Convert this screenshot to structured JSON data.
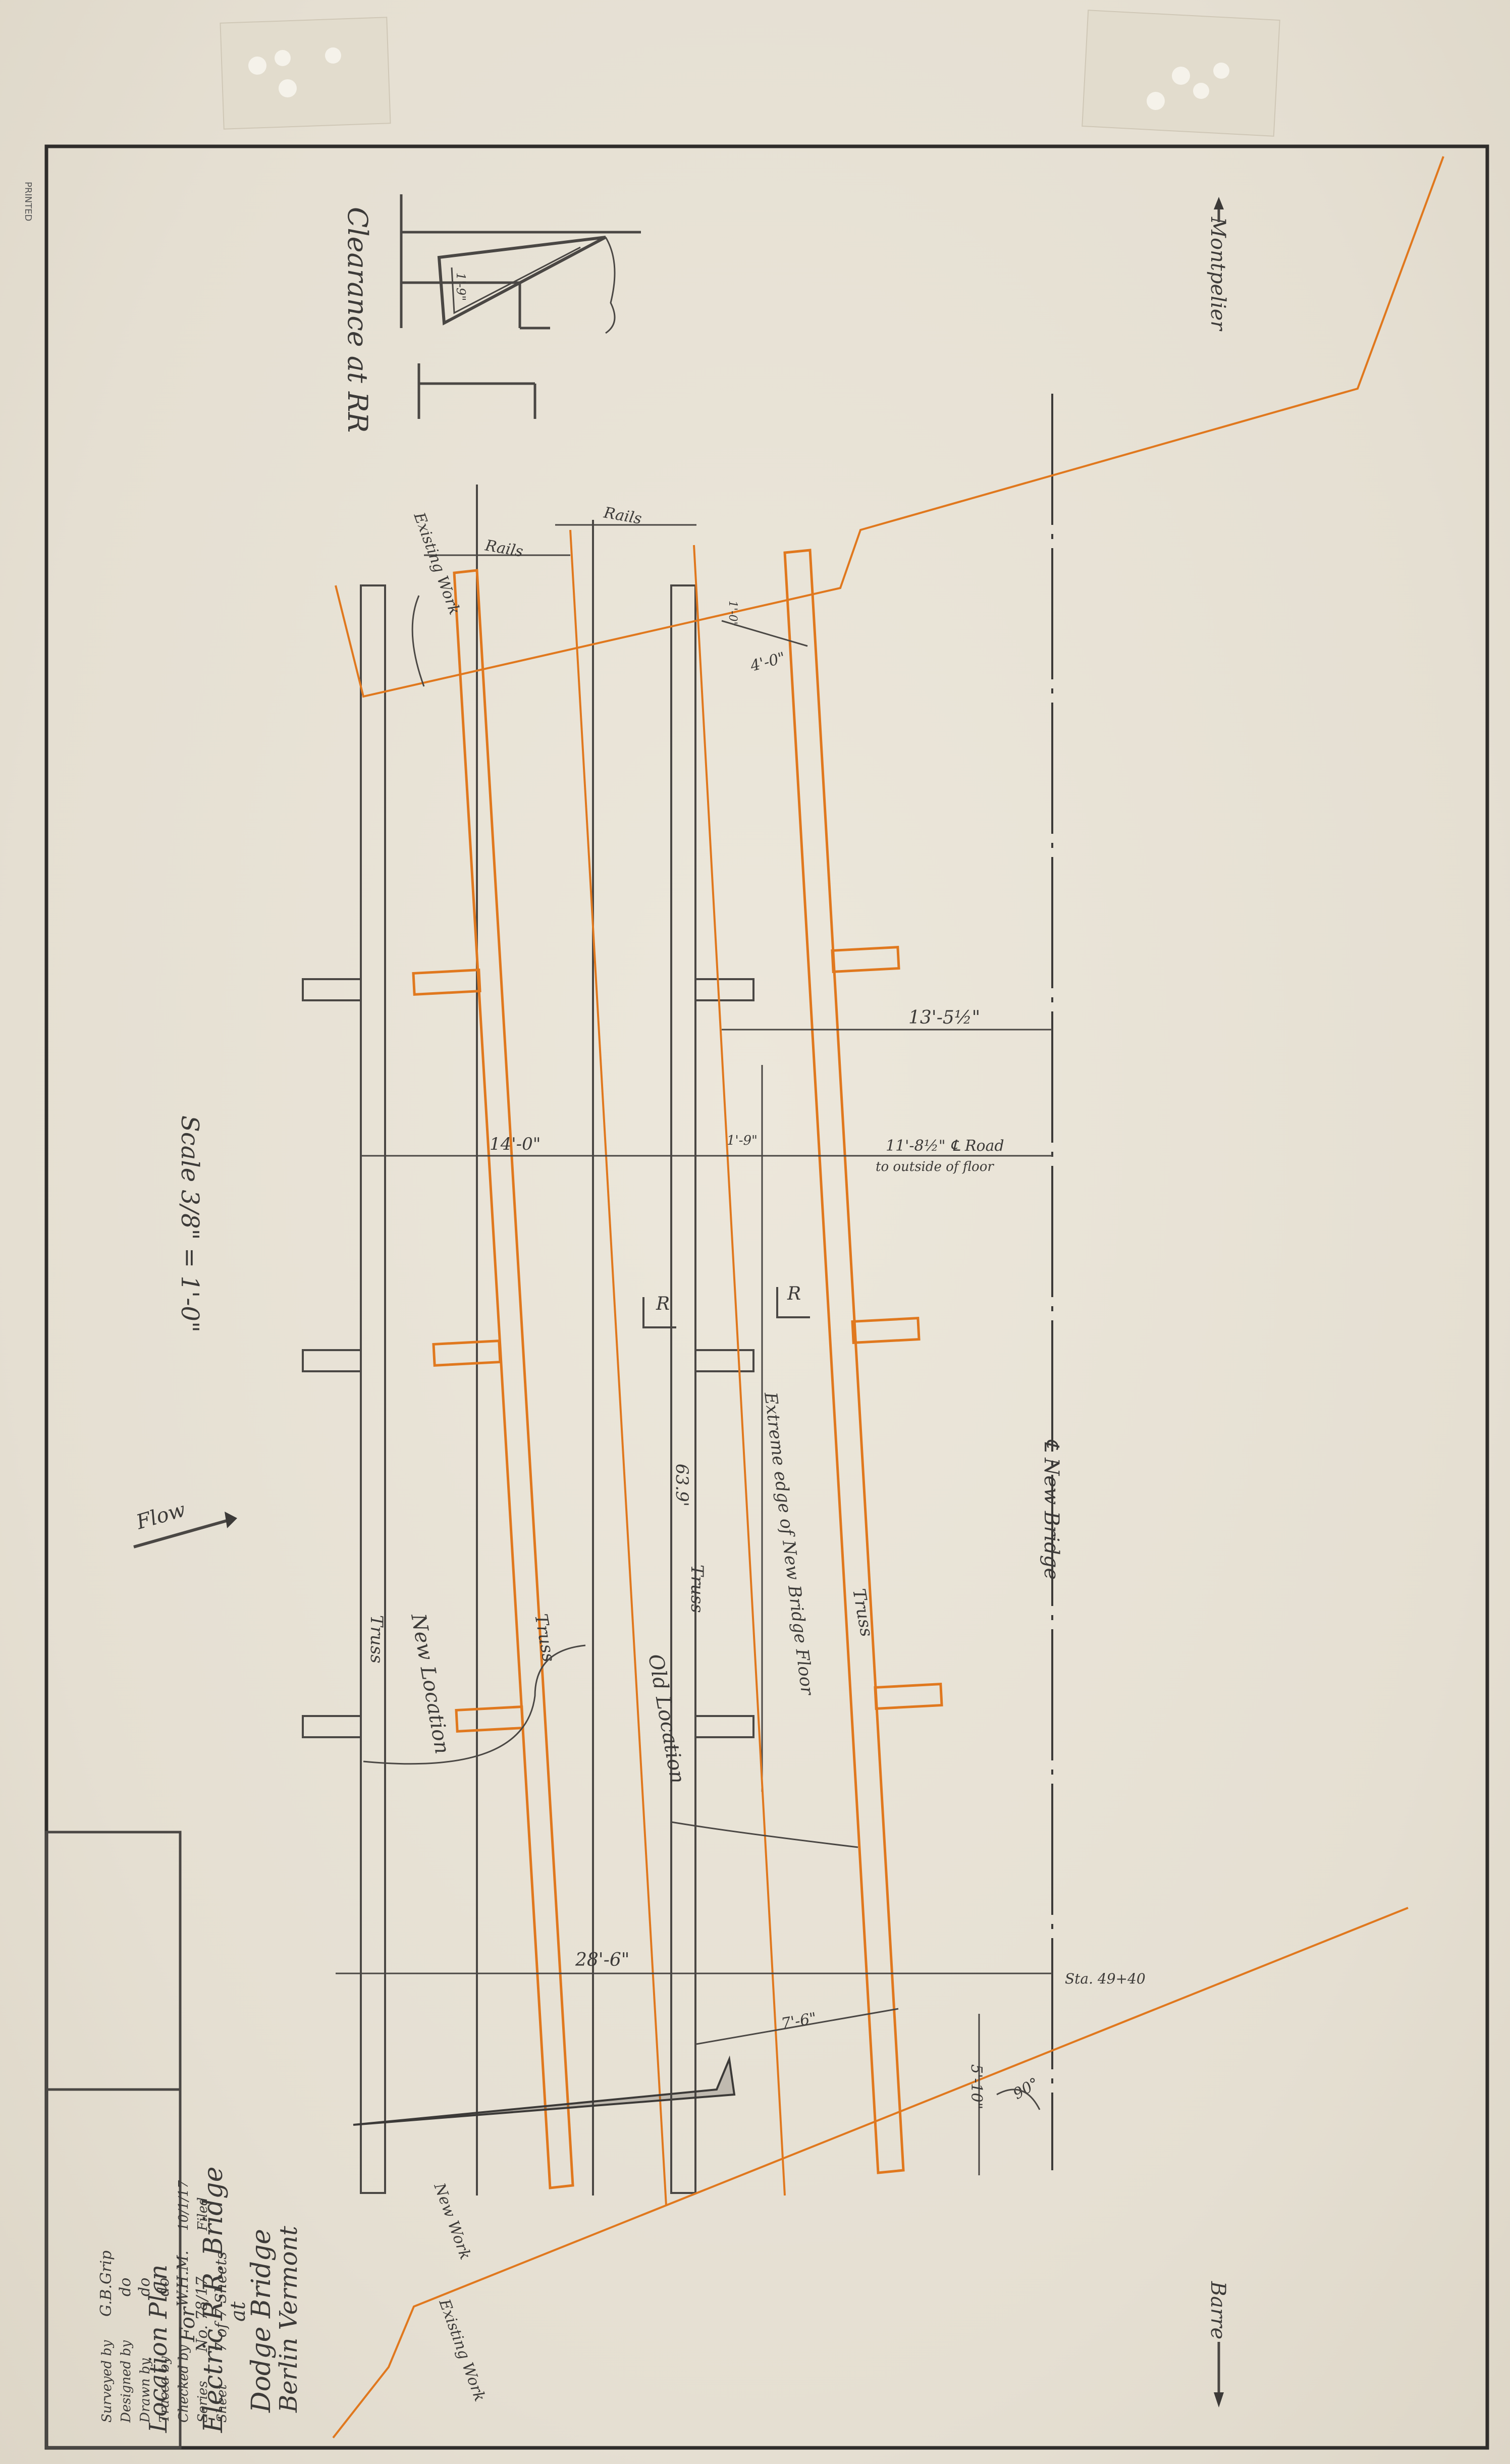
{
  "sheet_stamp": "PRINTED",
  "title_block": {
    "line1": "Location Plan",
    "line2": "For",
    "line3": "Electric R.R. Bridge",
    "line4": "at",
    "line5": "Dodge Bridge",
    "line6": "Berlin Vermont",
    "rows": [
      {
        "label": "Surveyed by",
        "value": "G.B.Grip"
      },
      {
        "label": "Designed by",
        "value": "do"
      },
      {
        "label": "Drawn by",
        "value": "do"
      },
      {
        "label": "Traced by",
        "value": "do"
      },
      {
        "label": "Checked by",
        "value": "W.H.M."
      },
      {
        "label": "Series",
        "value": "No. 78/17"
      },
      {
        "label": "Sheet",
        "value": "7 of 7 Sheets"
      }
    ],
    "date": "10/1/17",
    "filed": "Filed"
  },
  "labels": {
    "clearance": "Clearance at RR",
    "clearance_dim": "1'-9\"",
    "montpelier": "Montpelier",
    "barre": "Barre",
    "scale": "Scale 3/8\" = 1'-0\"",
    "flow": "Flow",
    "existing_work_top": "Existing Work",
    "existing_work_bottom": "Existing Work",
    "new_work": "New Work",
    "rails_1": "Rails",
    "rails_2": "Rails",
    "new_location": "New Location",
    "old_location": "Old Location",
    "truss_1": "Truss",
    "truss_2": "Truss",
    "truss_3": "Truss",
    "truss_4": "Truss",
    "extreme_edge": "Extreme edge of New Bridge Floor",
    "cl_new_bridge": "℄ New Bridge",
    "section_r1": "R",
    "section_r2": "R",
    "station": "Sta. 49+40",
    "angle": "90°"
  },
  "dimensions": {
    "d_13_5": "13'-5½\"",
    "d_14_0": "14'-0\"",
    "d_1_9": "1'-9\"",
    "d_11_8": "11'-8½\" ℄ Road",
    "d_11_8_sub": "to outside of floor",
    "d_63_9": "63.9'",
    "d_28_6": "28'-6\"",
    "d_7_6": "7'-6\"",
    "d_5_10": "5'-10\"",
    "d_4_0": "4'-0\"",
    "d_1_0": "1'-0\""
  },
  "colors": {
    "paper": "#e9e3d6",
    "ink": "#4a4744",
    "orange": "#e0781e",
    "border": "#2f2d2b"
  }
}
